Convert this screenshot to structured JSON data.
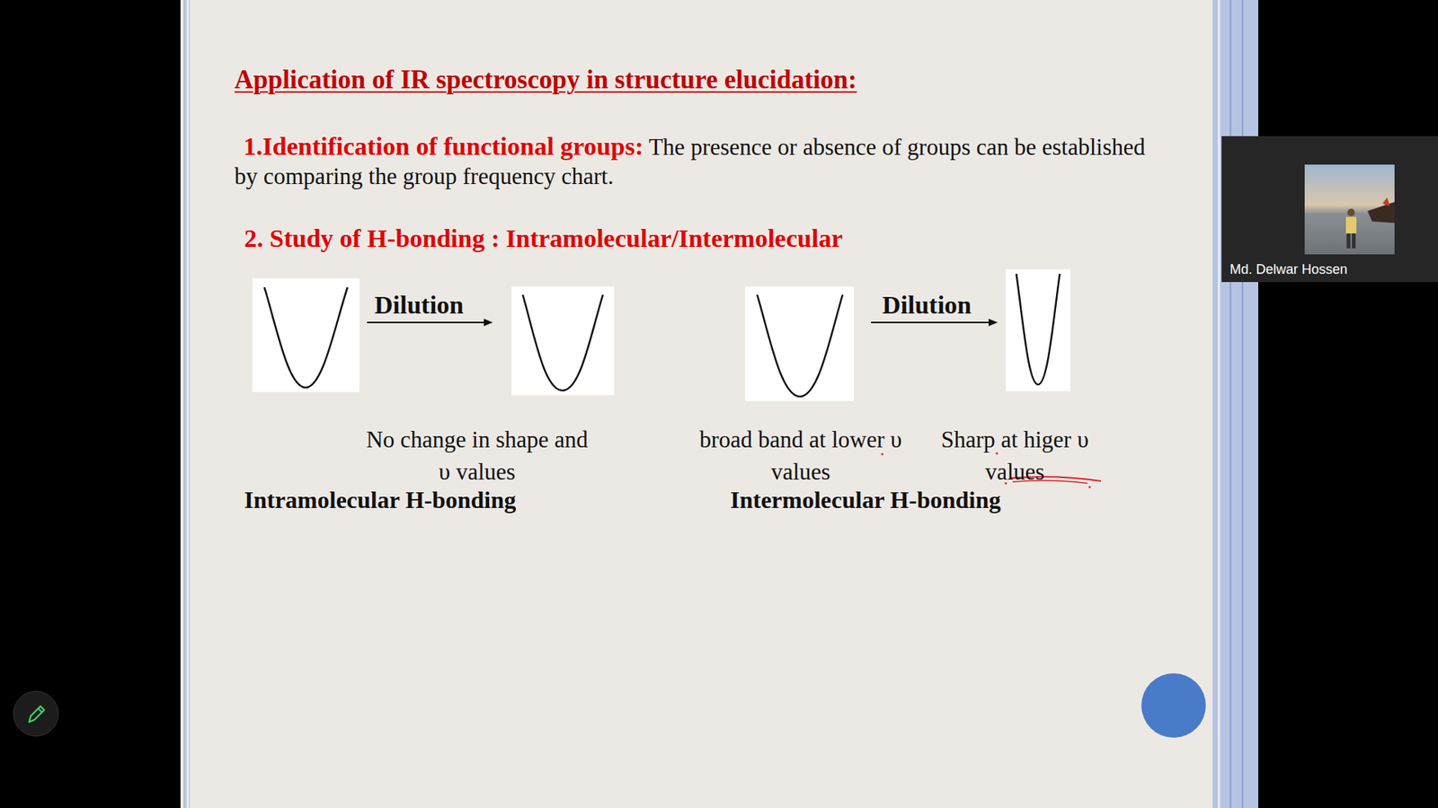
{
  "diagram": {
    "title": "Application of IR spectroscopy in structure elucidation:",
    "nodes": [
      {
        "text": [
          "Md. Delwar Hossen"
        ]
      }
    ],
    "labels": [
      "1.Identification of functional groups:",
      "The presence or absence of groups can be established by comparing the group frequency chart.",
      "2. Study of H-bonding : Intramolecular/Intermolecular",
      "Dilution",
      "Dilution",
      "No change in shape and υ values",
      "Intramolecular H-bonding",
      "broad band at lower υ values",
      "Sharp at higer υ values",
      "Intermolecular H-bonding"
    ]
  }
}
